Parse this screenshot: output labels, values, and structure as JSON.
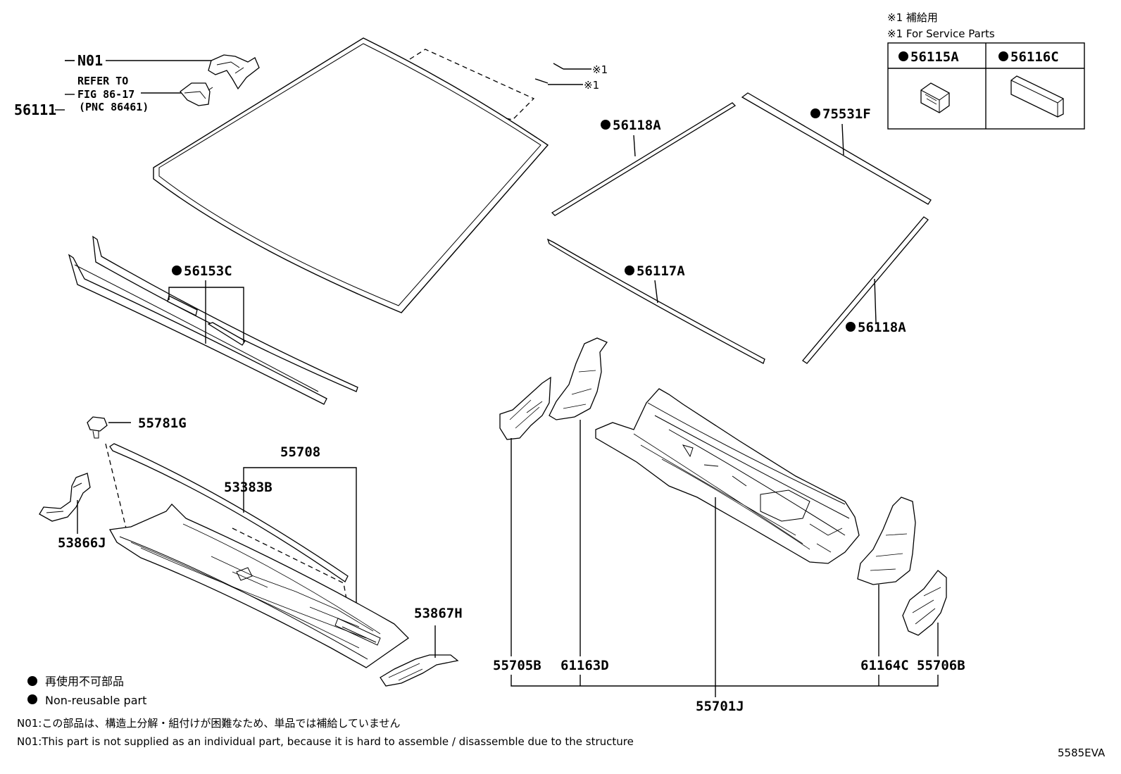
{
  "service_legend": {
    "title_jp": "※1 補給用",
    "title_en": "※1 For Service Parts",
    "cols": [
      "56115A",
      "56116C"
    ]
  },
  "markers": {
    "dot": "●",
    "ref": "※1"
  },
  "labels": {
    "n01": "N01",
    "refer_line1": "REFER TO",
    "refer_line2": "FIG 86-17",
    "refer_line3": "(PNC 86461)",
    "p56111": "56111",
    "p56118A_top": "56118A",
    "p75531F": "75531F",
    "p56153C": "56153C",
    "p56117A": "56117A",
    "p56118A_side": "56118A",
    "p55781G": "55781G",
    "p55708": "55708",
    "p53383B": "53383B",
    "p53866J": "53866J",
    "p53867H": "53867H",
    "p55705B": "55705B",
    "p61163D": "61163D",
    "p61164C": "61164C",
    "p55706B": "55706B",
    "p55701J": "55701J"
  },
  "notes": {
    "nonreuse_jp": "再使用不可部品",
    "nonreuse_en": "Non-reusable part",
    "n01_jp": "N01:この部品は、構造上分解・組付けが困難なため、単品では補給していません",
    "n01_en": "N01:This part is not supplied as an individual part, because it is hard to assemble / disassemble due to the structure",
    "figure_code": "5585EVA"
  }
}
